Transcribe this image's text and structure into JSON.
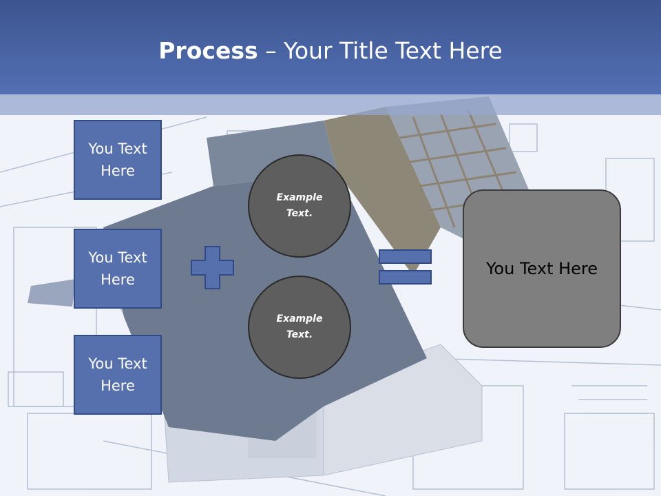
{
  "title": {
    "bold": "Process",
    "rest": " – Your Title Text Here"
  },
  "left_boxes": [
    {
      "label": "You Text Here"
    },
    {
      "label": "You Text Here"
    },
    {
      "label": "You Text Here"
    }
  ],
  "circles": [
    {
      "label": "Example Text."
    },
    {
      "label": "Example Text."
    }
  ],
  "operators": {
    "plus": "plus-icon",
    "equals": "equals-icon"
  },
  "result": {
    "label": "You Text Here"
  },
  "colors": {
    "header": "#4a64a4",
    "box_fill": "#5670ae",
    "box_border": "#2f4a86",
    "circle_fill": "#5e5e5e",
    "result_fill": "#7f7f7f"
  }
}
